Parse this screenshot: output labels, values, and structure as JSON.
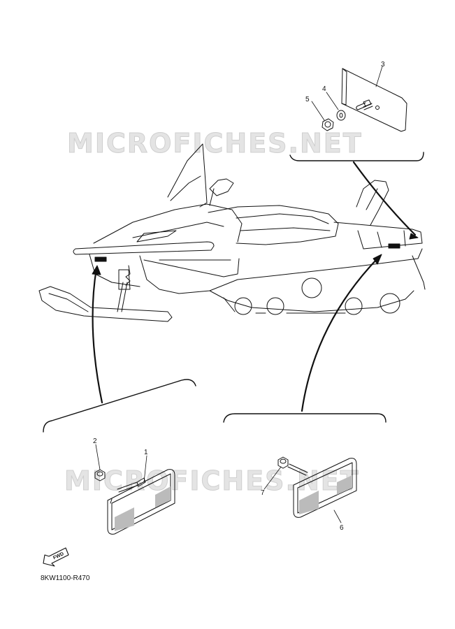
{
  "watermark": "MICROFICHES.NET",
  "diagram_code": "8KW1100-R470",
  "fwd_label": "FWD",
  "callouts": {
    "c1": "1",
    "c2": "2",
    "c3": "3",
    "c4": "4",
    "c5": "5",
    "c6": "6",
    "c7": "7"
  },
  "parts": [
    {
      "number": "1",
      "name": "front-reflector-left"
    },
    {
      "number": "2",
      "name": "nut"
    },
    {
      "number": "3",
      "name": "rear-reflector"
    },
    {
      "number": "4",
      "name": "washer"
    },
    {
      "number": "5",
      "name": "nut"
    },
    {
      "number": "6",
      "name": "front-reflector-right"
    },
    {
      "number": "7",
      "name": "nut"
    }
  ]
}
